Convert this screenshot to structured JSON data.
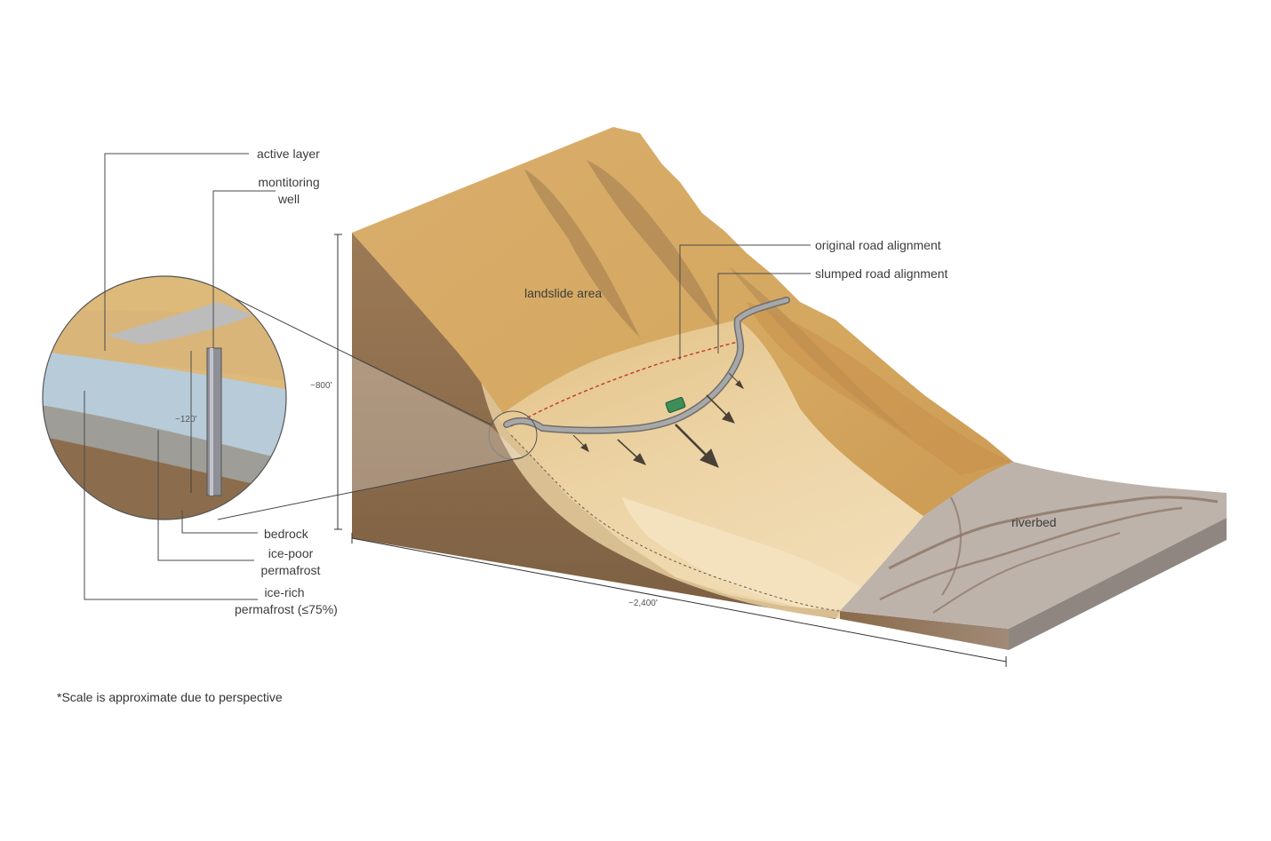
{
  "labels": {
    "active_layer": "active layer",
    "monitoring_well_line1": "montitoring",
    "monitoring_well_line2": "well",
    "original_road": "original road alignment",
    "slumped_road": "slumped road alignment",
    "landslide_area": "landslide area",
    "riverbed": "riverbed",
    "bedrock": "bedrock",
    "ice_poor_line1": "ice-poor",
    "ice_poor_line2": "permafrost",
    "ice_rich_line1": "ice-rich",
    "ice_rich_line2": "permafrost (≤75%)"
  },
  "dimensions": {
    "height": "~800'",
    "length": "~2,400'",
    "well_depth": "~120'"
  },
  "footnote": "*Scale is approximate due to perspective",
  "colors": {
    "slope_upper": "#d2a45e",
    "slope_dark": "#9c7650",
    "landslide": "#ead0a0",
    "debris": "#f2dfb8",
    "side_face": "#8b6b4a",
    "riverbed": "#b8aea6",
    "road": "#9a9a9a",
    "road_original": "#c0392b",
    "permafrost_ice_rich": "#b7cbd8",
    "permafrost_ice_poor": "#9c9c96",
    "bedrock": "#8b6d4d",
    "vehicle": "#3e8e5a",
    "leader_line": "#4a4a4a"
  }
}
